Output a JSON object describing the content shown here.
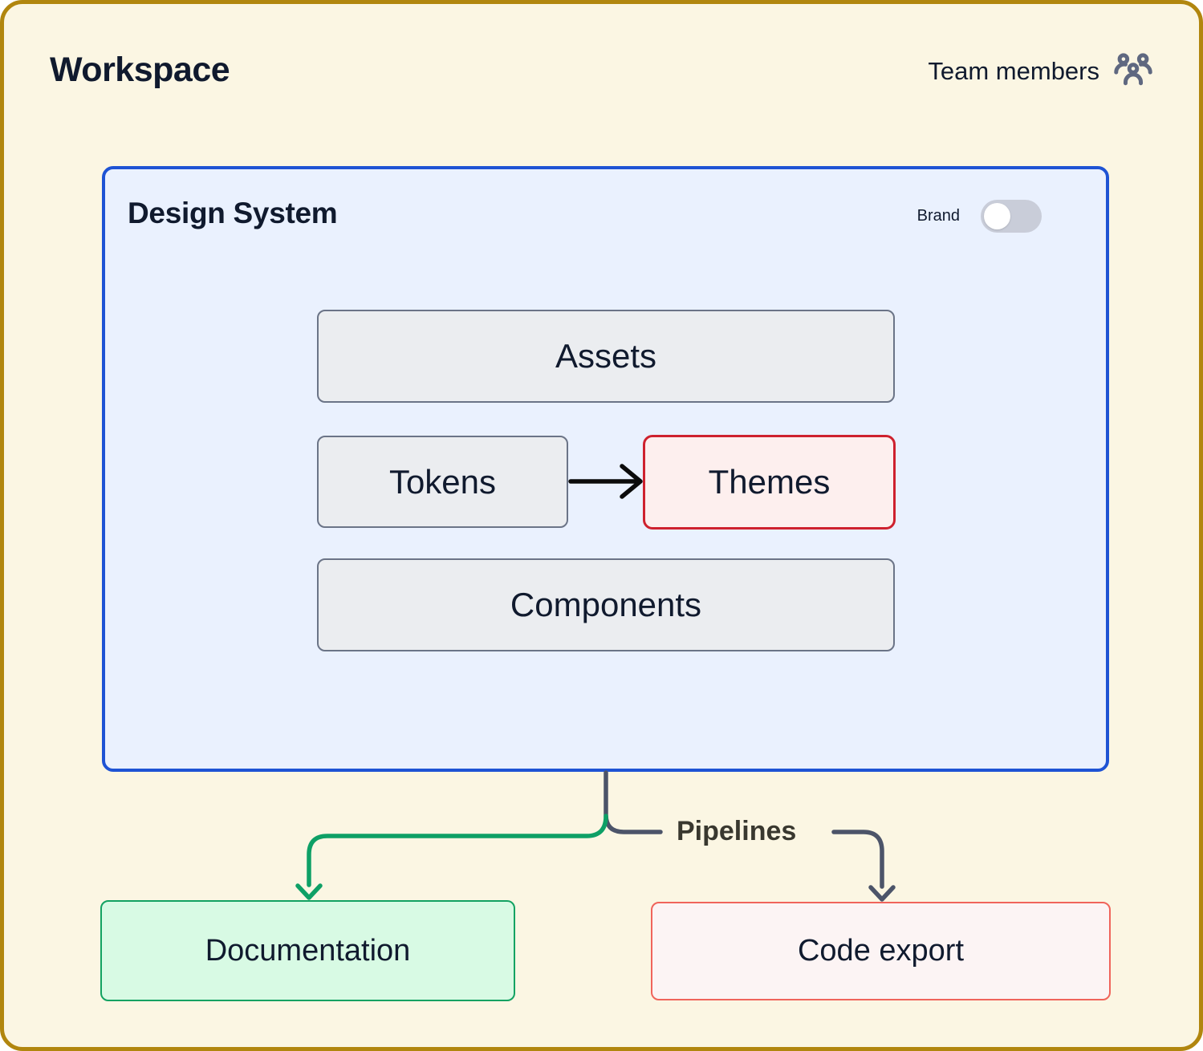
{
  "header": {
    "title": "Workspace",
    "team_members_label": "Team members"
  },
  "design_system": {
    "title": "Design System",
    "brand_toggle": {
      "label": "Brand",
      "state": "off"
    },
    "nodes": {
      "assets": "Assets",
      "tokens": "Tokens",
      "themes": "Themes",
      "components": "Components"
    }
  },
  "pipelines": {
    "label": "Pipelines"
  },
  "outputs": {
    "documentation": "Documentation",
    "code_export": "Code export"
  },
  "colors": {
    "canvas_bg": "#FBF6E3",
    "canvas_border": "#B1860E",
    "panel_bg": "#EAF1FE",
    "panel_border": "#1E53D4",
    "node_gray_bg": "#EBEDF0",
    "node_gray_border": "#6B7487",
    "themes_bg": "#FDEFEE",
    "themes_border": "#CE212E",
    "documentation_bg": "#D8FAE4",
    "documentation_border": "#12A262",
    "code_export_bg": "#FCF4F4",
    "code_export_border": "#F0645B",
    "text_dark": "#101A2E",
    "pipelines_text": "#39382F",
    "connector_slate": "#4C5469",
    "connector_green": "#0EA066",
    "arrow_black": "#0B0B0B",
    "toggle_track": "#C9CDD9",
    "toggle_knob": "#FFFFFF",
    "icon_slate": "#5F6880"
  }
}
